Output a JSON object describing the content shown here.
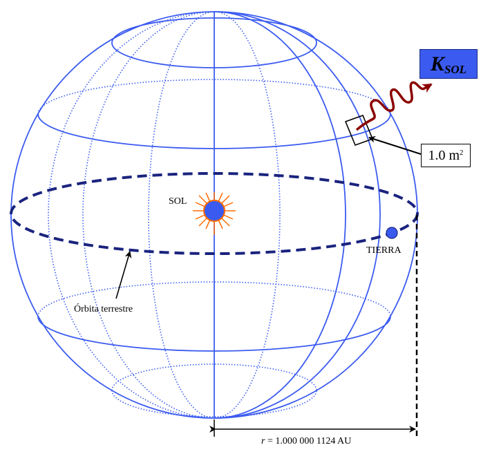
{
  "labels": {
    "ksol_main": "K",
    "ksol_sub": "SOL",
    "area_value": "1.0 m",
    "area_exp": "2",
    "sun": "SOL",
    "earth": "TIERRA",
    "orbit": "Órbita terrestre",
    "radius_symbol": "r",
    "radius_value": " = 1.000 000 1124 AU"
  },
  "colors": {
    "sphere_lines": "#3b5bf0",
    "orbit": "#1a237e",
    "sun_fill": "#3b5bf0",
    "sun_rays": "#ff6a00",
    "wave": "#8b0000",
    "ksol_box": "#3b5bf0"
  }
}
